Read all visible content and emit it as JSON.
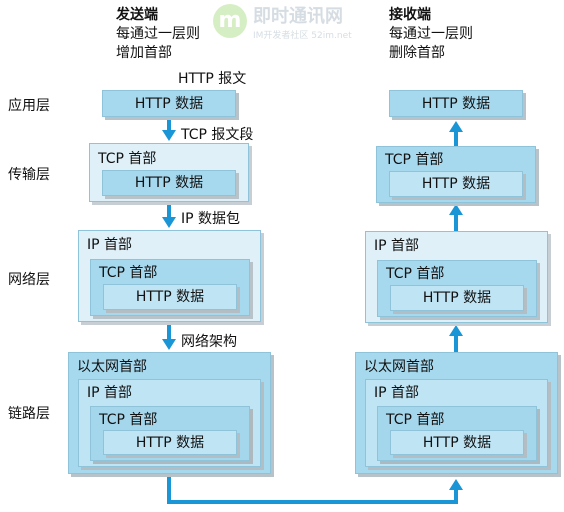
{
  "header": {
    "sender_title": "发送端",
    "sender_line1": "每通过一层则",
    "sender_line2": "增加首部",
    "receiver_title": "接收端",
    "receiver_line1": "每通过一层则",
    "receiver_line2": "删除首部"
  },
  "watermark": {
    "logo": "m",
    "title": "即时通讯网",
    "subtitle": "IM开发者社区 52im.net"
  },
  "layers": {
    "application": "应用层",
    "transport": "传输层",
    "network": "网络层",
    "link": "链路层"
  },
  "flow": {
    "http_message": "HTTP 报文",
    "tcp_segment": "TCP 报文段",
    "ip_packet": "IP 数据包",
    "frame": "网络架构"
  },
  "headers": {
    "http_data": "HTTP 数据",
    "tcp_header": "TCP 首部",
    "ip_header": "IP 首部",
    "eth_header": "以太网首部"
  },
  "colors": {
    "arrow": "#1a96d6",
    "box_border": "#8fc3da"
  }
}
